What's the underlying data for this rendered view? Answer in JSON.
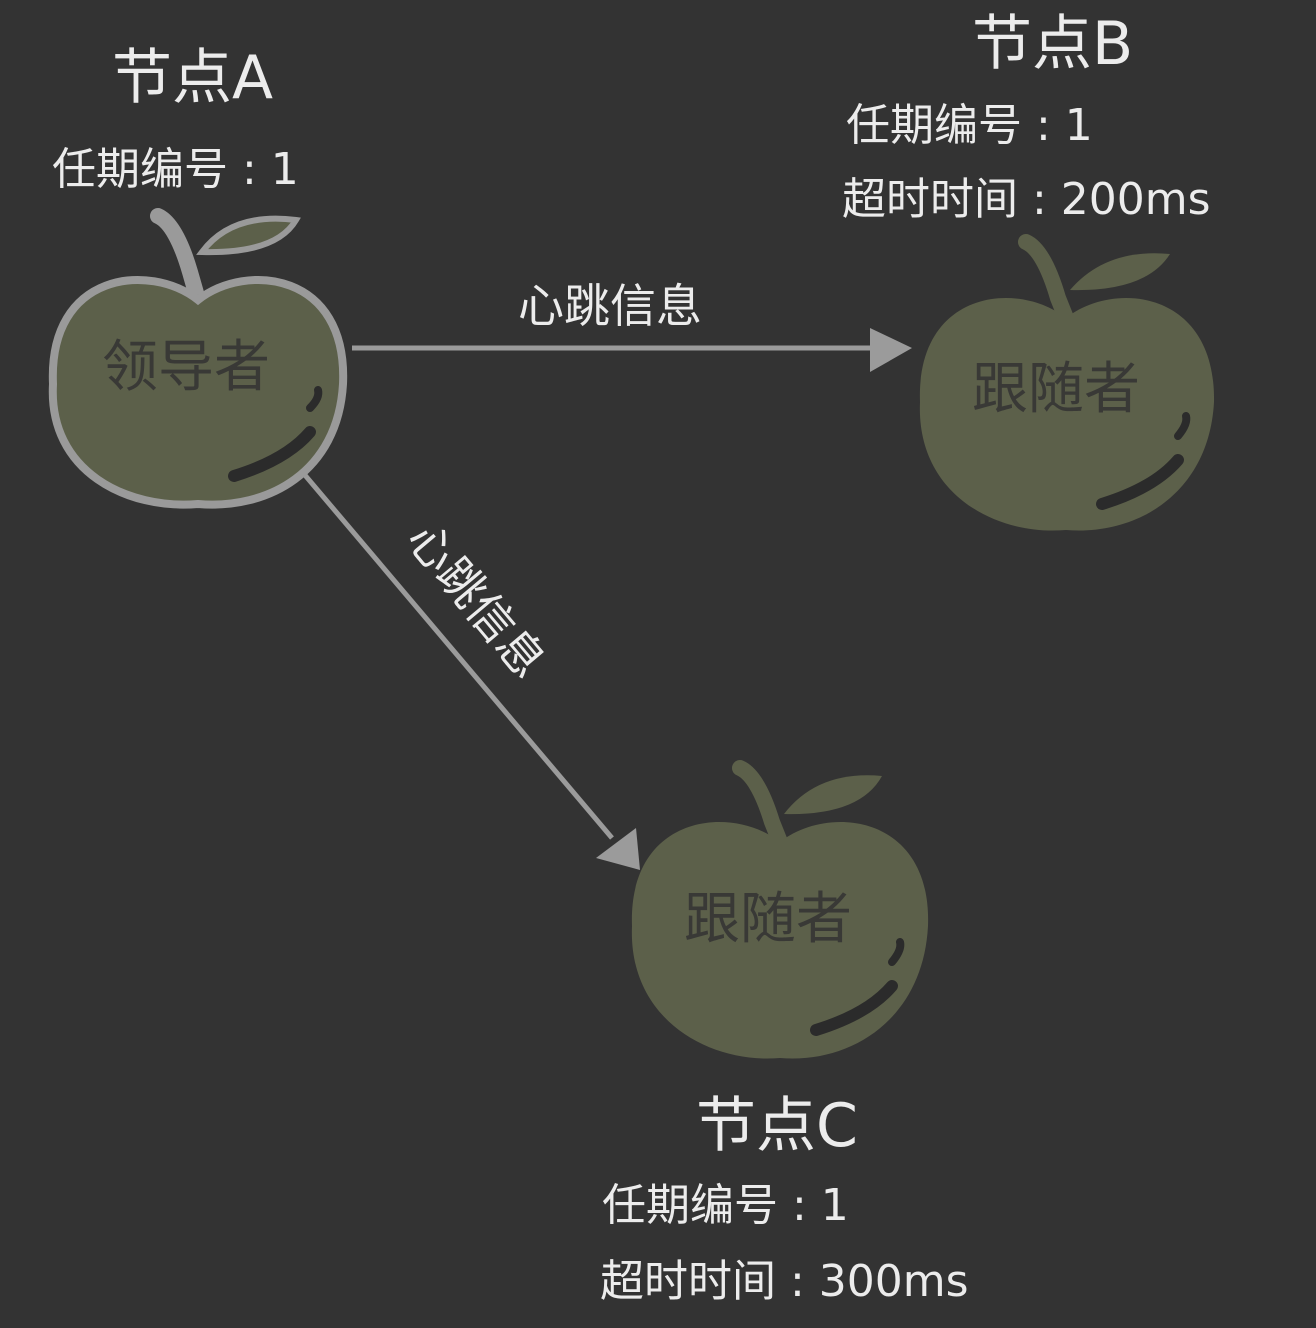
{
  "colors": {
    "background": "#333333",
    "apple_fill": "#5c604a",
    "apple_outline": "#9a9a9a",
    "edge": "#9b9b9b",
    "text": "#ececec",
    "highlight": "#2b2b2b"
  },
  "nodes": {
    "a": {
      "title": "节点A",
      "term": "任期编号 : 1",
      "role": "领导者"
    },
    "b": {
      "title": "节点B",
      "term": "任期编号 : 1",
      "timeout": "超时时间 : 200ms",
      "role": "跟随者"
    },
    "c": {
      "title": "节点C",
      "term": "任期编号 : 1",
      "timeout": "超时时间 : 300ms",
      "role": "跟随者"
    }
  },
  "edges": {
    "a_to_b": {
      "label": "心跳信息"
    },
    "a_to_c": {
      "label": "心跳信息"
    }
  }
}
